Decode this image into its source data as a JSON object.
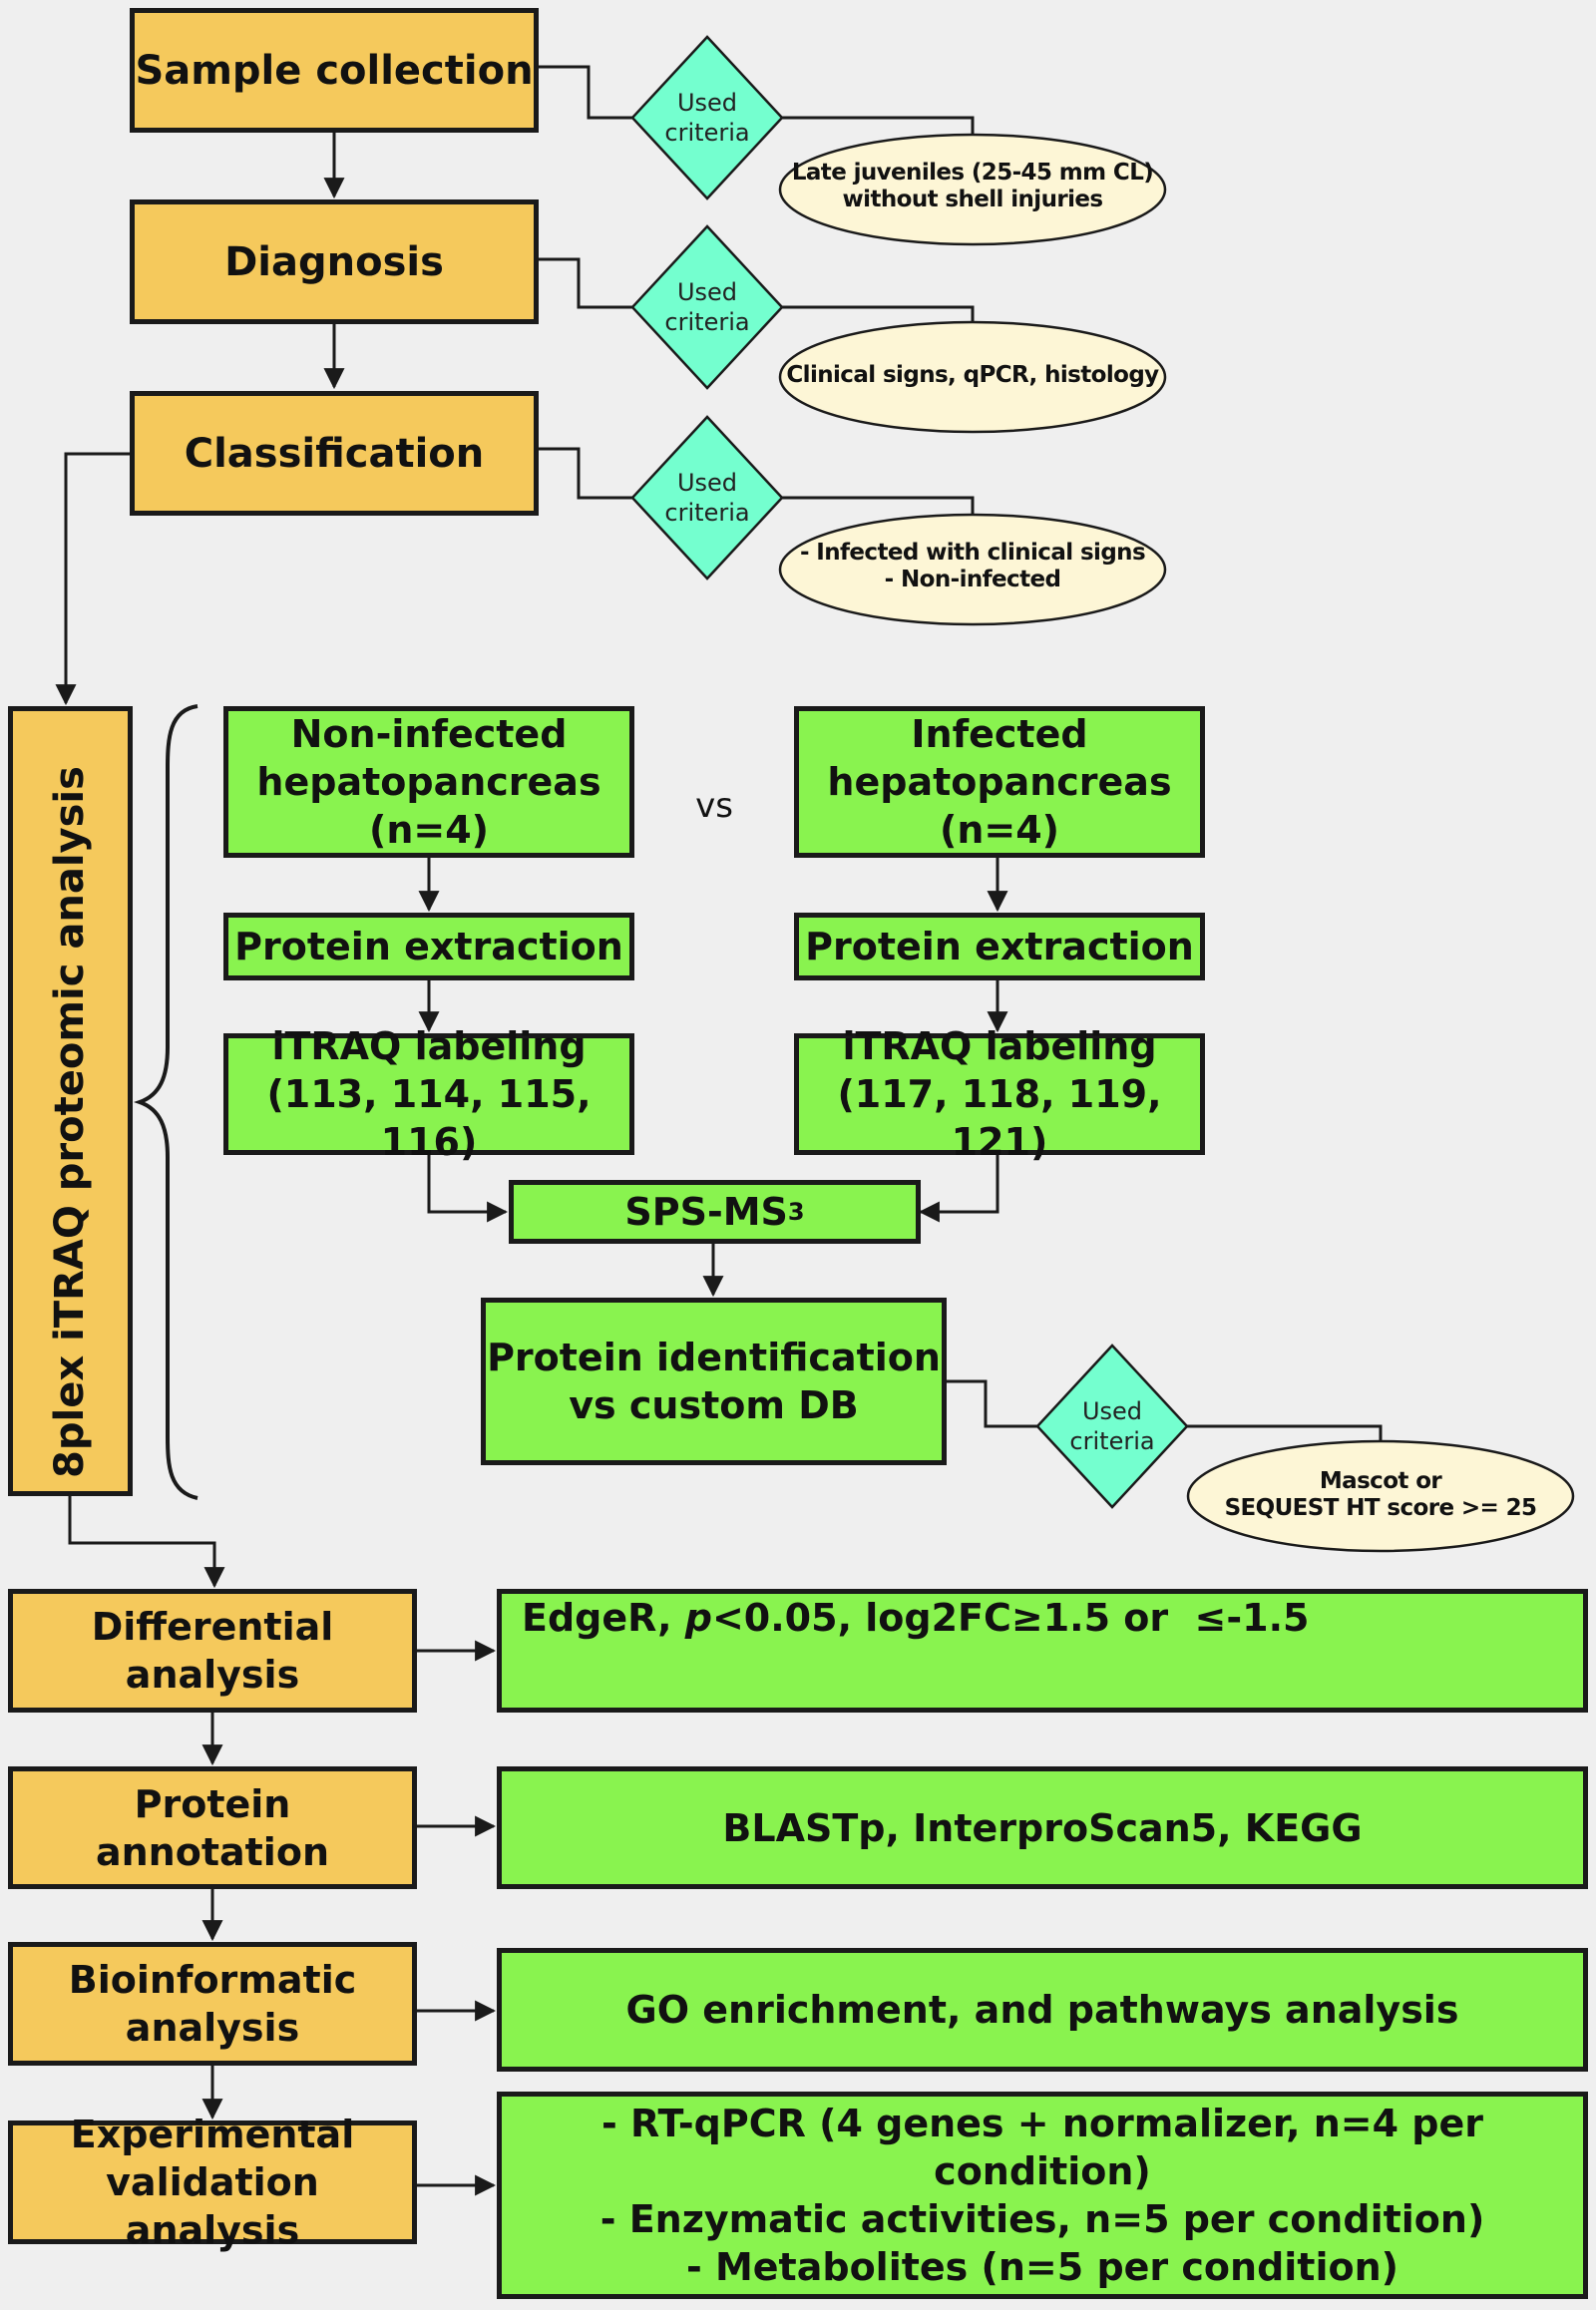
{
  "steps": {
    "sample_collection": "Sample collection",
    "diagnosis": "Diagnosis",
    "classification": "Classification",
    "proteomic": "8plex iTRAQ proteomic analysis",
    "differential": [
      "Differential",
      "analysis"
    ],
    "annotation": "Protein annotation",
    "bioinformatic": [
      "Bioinformatic",
      "analysis"
    ],
    "validation": [
      "Experimental",
      "validation analysis"
    ]
  },
  "criteria": {
    "label": [
      "Used",
      "criteria"
    ],
    "sample": [
      "Late juveniles (25-45 mm CL)",
      "without shell injuries"
    ],
    "diagnosis": "Clinical signs, qPCR, histology",
    "classification": [
      "- Infected with clinical signs",
      "- Non-infected"
    ],
    "identification": [
      "Mascot or",
      "SEQUEST HT score >= 25"
    ]
  },
  "groups": {
    "vs": "vs",
    "noninfected": [
      "Non-infected",
      "hepatopancreas",
      "(n=4)"
    ],
    "infected": [
      "Infected",
      "hepatopancreas",
      "(n=4)"
    ],
    "extraction": "Protein extraction",
    "itraq_label": "iTRAQ labeling",
    "itraq_channels_left": "(113, 114, 115, 116)",
    "itraq_channels_right": "(117, 118, 119, 121)",
    "spsms": "SPS-MS",
    "spsms_sup": "3",
    "identification": [
      "Protein identification",
      "vs custom DB"
    ]
  },
  "results": {
    "edger_a": "EdgeR, ",
    "edger_p": "p",
    "edger_b": "<0.05, log2FC≥1.5 or  ≤-1.5",
    "annotation": "BLASTp, InterproScan5, KEGG",
    "bioinformatic": "GO enrichment, and pathways analysis",
    "validation": [
      "- RT-qPCR (4 genes + normalizer, n=4 per condition)",
      "- Enzymatic activities, n=5 per condition)",
      "- Metabolites (n=5 per condition)"
    ]
  },
  "colors": {
    "process": "#f5c95c",
    "step": "#89f34f",
    "decision": "#74ffcf",
    "criteria": "#fdf6d6",
    "line": "#1a1a1a"
  }
}
